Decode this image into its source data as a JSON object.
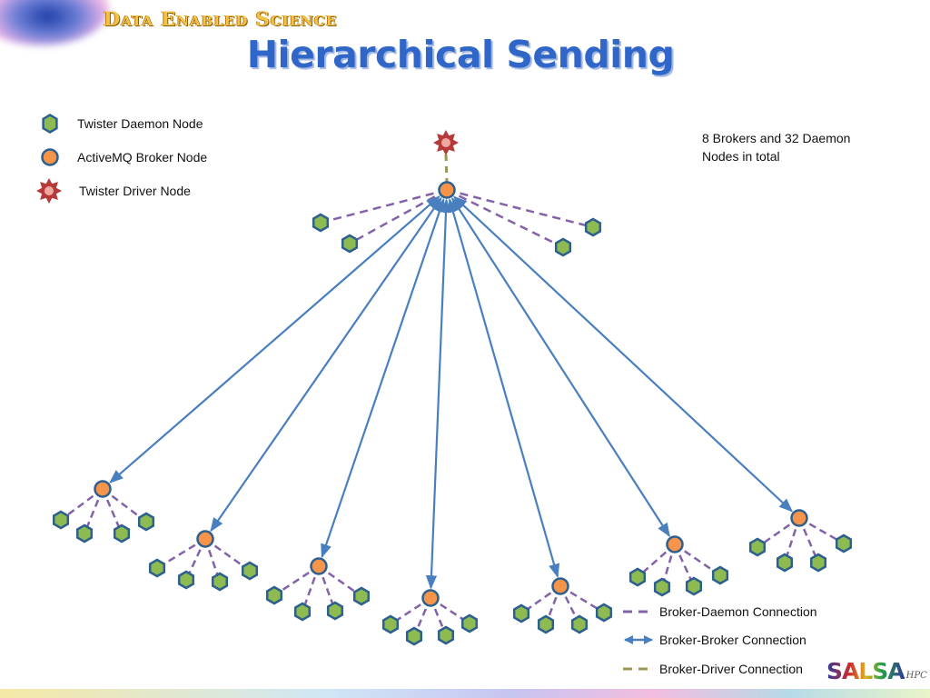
{
  "header": {
    "brand": "Data Enabled Science",
    "title": "Hierarchical Sending"
  },
  "legend": {
    "nodes": [
      {
        "label": "Twister Daemon Node",
        "icon": "daemon-node-icon"
      },
      {
        "label": "ActiveMQ Broker Node",
        "icon": "broker-node-icon"
      },
      {
        "label": "Twister Driver Node",
        "icon": "driver-node-icon"
      }
    ],
    "connections": [
      {
        "label": "Broker-Daemon Connection",
        "style": "dashed-purple"
      },
      {
        "label": "Broker-Broker Connection",
        "style": "double-arrow-blue"
      },
      {
        "label": "Broker-Driver Connection",
        "style": "dashed-olive"
      }
    ]
  },
  "note": "8 Brokers and 32 Daemon Nodes in total",
  "logo": {
    "text": "SALSA",
    "sub": "HPC"
  },
  "colors": {
    "daemon_fill": "#8dbb52",
    "daemon_stroke": "#2d5f8f",
    "broker_fill": "#f6954a",
    "broker_stroke": "#2d5f8f",
    "driver_fill": "#b63a3a",
    "broker_daemon_line": "#8262a8",
    "broker_broker_line": "#4a7fbf",
    "broker_driver_line": "#9a9654",
    "title": "#2f66c8",
    "brand": "#f2c24a"
  }
}
